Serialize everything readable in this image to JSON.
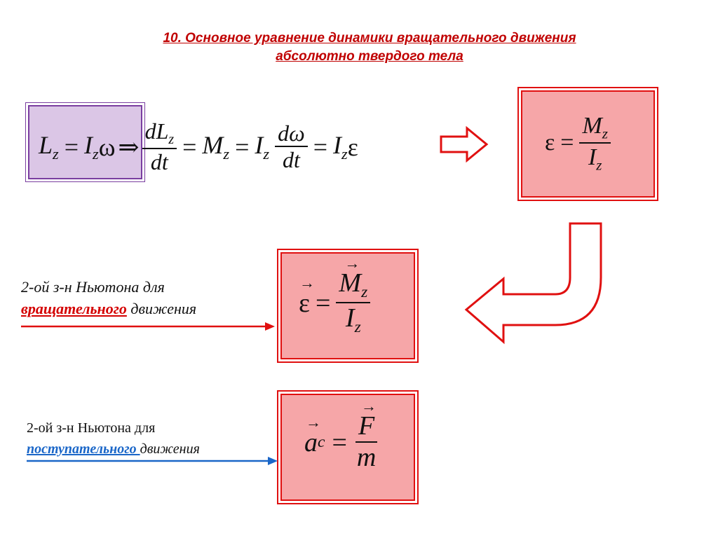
{
  "title": {
    "line1": "10. Основное уравнение динамики вращательного движения",
    "line2": "абсолютно твердого тела"
  },
  "equation_main": {
    "left_term": "L",
    "left_sub": "z",
    "eq": "=",
    "I": "I",
    "I_sub": "z",
    "omega": "ω",
    "implies": "⇒",
    "dL": "dL",
    "dL_sub": "z",
    "dt": "dt",
    "M": "M",
    "M_sub": "z",
    "domega": "dω",
    "epsilon": "ε"
  },
  "box_epsilon": {
    "eps": "ε",
    "eq": "=",
    "num": "M",
    "num_sub": "z",
    "den": "I",
    "den_sub": "z"
  },
  "box_vector_epsilon": {
    "eps": "ε",
    "arrow": "→",
    "eq": "=",
    "num": "M",
    "num_sub": "z",
    "den": "I",
    "den_sub": "z"
  },
  "box_newton": {
    "a": "a",
    "a_sub": "c",
    "arrow": "→",
    "eq": "=",
    "num": "F",
    "den": "m"
  },
  "note_rotational": {
    "line1": "2-ой з-н Ньютона для",
    "highlight": "вращательного",
    "rest": " движения",
    "highlight_color": "#d40000"
  },
  "note_translational": {
    "line1": "2-ой з-н Ньютона для",
    "highlight": "поступательного ",
    "rest": "движения",
    "highlight_color": "#1a66c8"
  },
  "colors": {
    "title": "#c00000",
    "box_fill": "#f6a6a8",
    "box_border": "#e01010",
    "purple_fill": "#dbc6e6",
    "purple_border": "#7a3ea0",
    "arrow_red": "#e01010",
    "arrow_blue": "#1a66c8"
  }
}
